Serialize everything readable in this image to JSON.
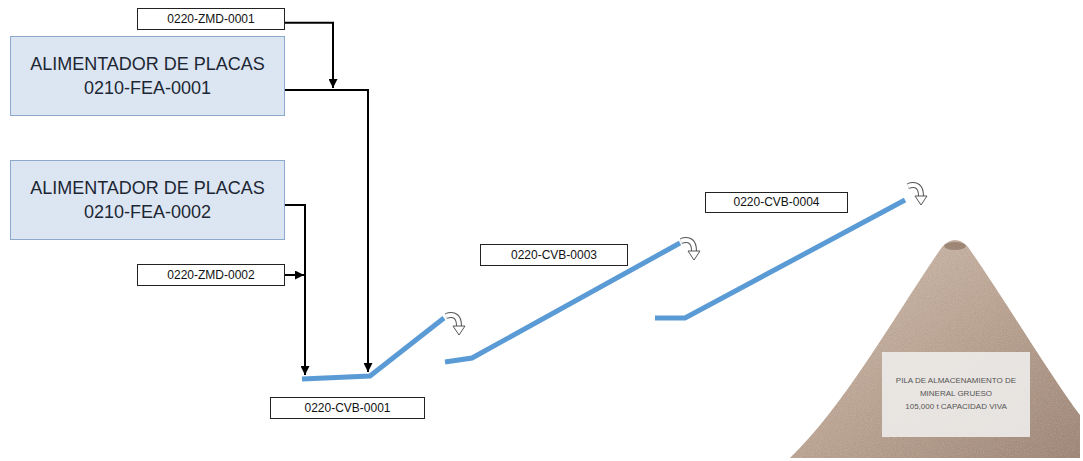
{
  "diagram": {
    "nodes": [
      {
        "text": [
          "0220-ZMD-0001"
        ]
      },
      {
        "text": [
          "ALIMENTADOR DE PLACAS",
          "0210-FEA-0001"
        ]
      },
      {
        "text": [
          "ALIMENTADOR DE PLACAS",
          "0210-FEA-0002"
        ]
      },
      {
        "text": [
          "0220-ZMD-0002"
        ]
      },
      {
        "text": [
          "0220-CVB-0001"
        ]
      },
      {
        "text": [
          "0220-CVB-0003"
        ]
      },
      {
        "text": [
          "0220-CVB-0004"
        ]
      },
      {
        "text": [
          "PILA DE ALMACENAMIENTO DE MINERAL GRUESO",
          "105,000 t CAPACIDAD VIVA"
        ]
      }
    ],
    "edges": [
      {
        "from": 0,
        "to": 4,
        "arrow": "to"
      },
      {
        "from": 1,
        "to": 4,
        "arrow": "to"
      },
      {
        "from": 2,
        "to": 4,
        "arrow": "to"
      },
      {
        "from": 3,
        "to": 4,
        "arrow": "to"
      }
    ]
  }
}
